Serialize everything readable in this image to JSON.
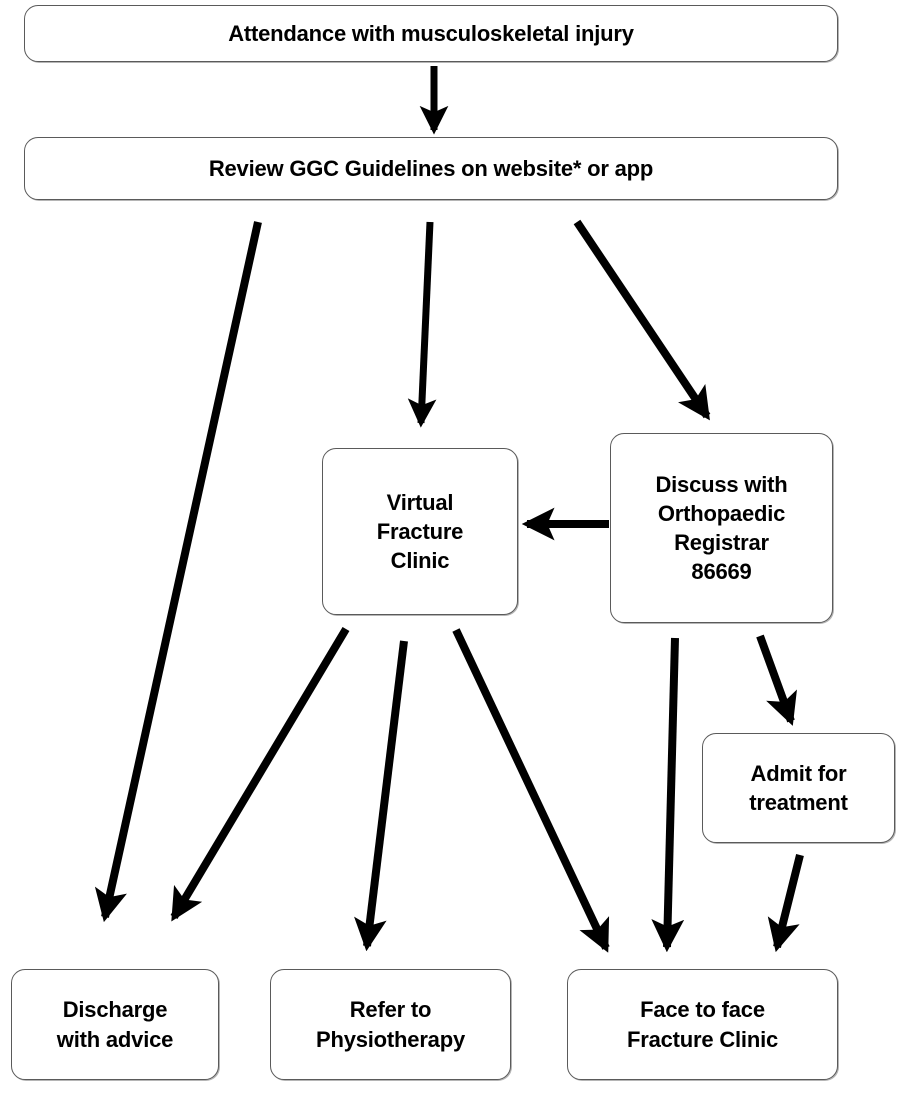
{
  "diagram": {
    "title_text": "Musculoskeletal injury pathway flowchart",
    "background_color": "#ffffff",
    "line_color": "#000000",
    "box_border_color": "#5a5a5a",
    "text_color": "#000000",
    "nodes": {
      "attendance": {
        "label": "Attendance with musculoskeletal injury"
      },
      "review": {
        "label": "Review GGC Guidelines on website* or app"
      },
      "virtual_fracture_clinic": {
        "label": "Virtual\nFracture\nClinic"
      },
      "discuss_orthopaedic": {
        "label": "Discuss with\nOrthopaedic\nRegistrar\n86669"
      },
      "admit": {
        "label": "Admit for\ntreatment"
      },
      "discharge": {
        "label": "Discharge\nwith advice"
      },
      "refer_physio": {
        "label": "Refer to\nPhysiotherapy"
      },
      "face_to_face": {
        "label": "Face to face\nFracture Clinic"
      }
    },
    "edges": [
      {
        "name": "attendance-to-review",
        "from": "attendance",
        "to": "review"
      },
      {
        "name": "review-to-discharge",
        "from": "review",
        "to": "discharge"
      },
      {
        "name": "review-to-virtual-fracture-clinic",
        "from": "review",
        "to": "virtual_fracture_clinic"
      },
      {
        "name": "review-to-discuss-orthopaedic",
        "from": "review",
        "to": "discuss_orthopaedic"
      },
      {
        "name": "discuss-orthopaedic-to-virtual-fracture-clinic",
        "from": "discuss_orthopaedic",
        "to": "virtual_fracture_clinic"
      },
      {
        "name": "virtual-fracture-clinic-to-discharge",
        "from": "virtual_fracture_clinic",
        "to": "discharge"
      },
      {
        "name": "virtual-fracture-clinic-to-refer-physio",
        "from": "virtual_fracture_clinic",
        "to": "refer_physio"
      },
      {
        "name": "virtual-fracture-clinic-to-face-to-face",
        "from": "virtual_fracture_clinic",
        "to": "face_to_face"
      },
      {
        "name": "discuss-orthopaedic-to-face-to-face",
        "from": "discuss_orthopaedic",
        "to": "face_to_face"
      },
      {
        "name": "discuss-orthopaedic-to-admit",
        "from": "discuss_orthopaedic",
        "to": "admit"
      },
      {
        "name": "admit-to-face-to-face",
        "from": "admit",
        "to": "face_to_face"
      }
    ]
  }
}
